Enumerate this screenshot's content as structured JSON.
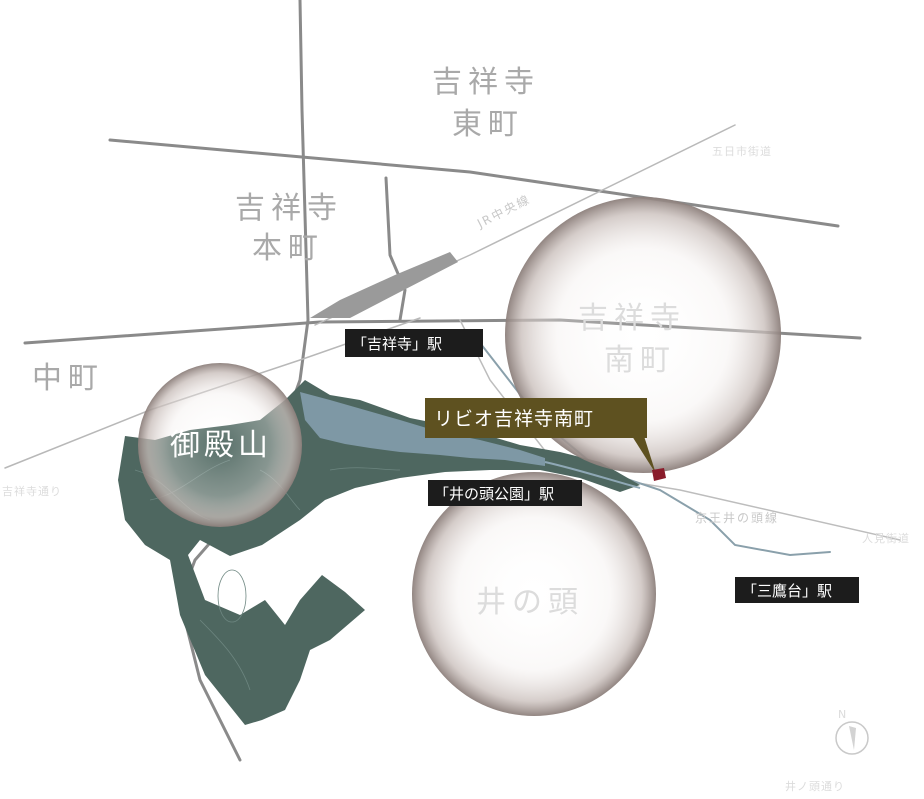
{
  "map": {
    "districts": {
      "kichijoji_higashicho_line1": "吉祥寺",
      "kichijoji_higashicho_line2": "東町",
      "kichijoji_honcho_line1": "吉祥寺",
      "kichijoji_honcho_line2": "本町",
      "kichijoji_minamicho_line1": "吉祥寺",
      "kichijoji_minamicho_line2": "南町",
      "nakacho": "中町",
      "gotenyama": "御殿山",
      "inokashira": "井の頭"
    },
    "rail_lines": {
      "jr_chuo": "JR中央線",
      "keio_inokashira": "京王井の頭線"
    },
    "roads": {
      "itsukaichi": "五日市街道",
      "east_edge": "人見街道",
      "west_edge": "吉祥寺通り",
      "kichijoji_dori": "井ノ頭通り"
    },
    "stations": {
      "kichijoji": "「吉祥寺」駅",
      "inokashira_koen": "「井の頭公園」駅",
      "mitakadai": "「三鷹台」駅"
    },
    "property": {
      "name": "リビオ吉祥寺南町"
    },
    "colors": {
      "park": "#4e6760",
      "pond": "#7e98a5",
      "callout": "#5e5120",
      "property_marker": "#8a1c2b",
      "station_label_bg": "#1c1c1c",
      "river": "#8fa8b6"
    },
    "icons": {
      "compass": "north-arrow-icon"
    }
  }
}
